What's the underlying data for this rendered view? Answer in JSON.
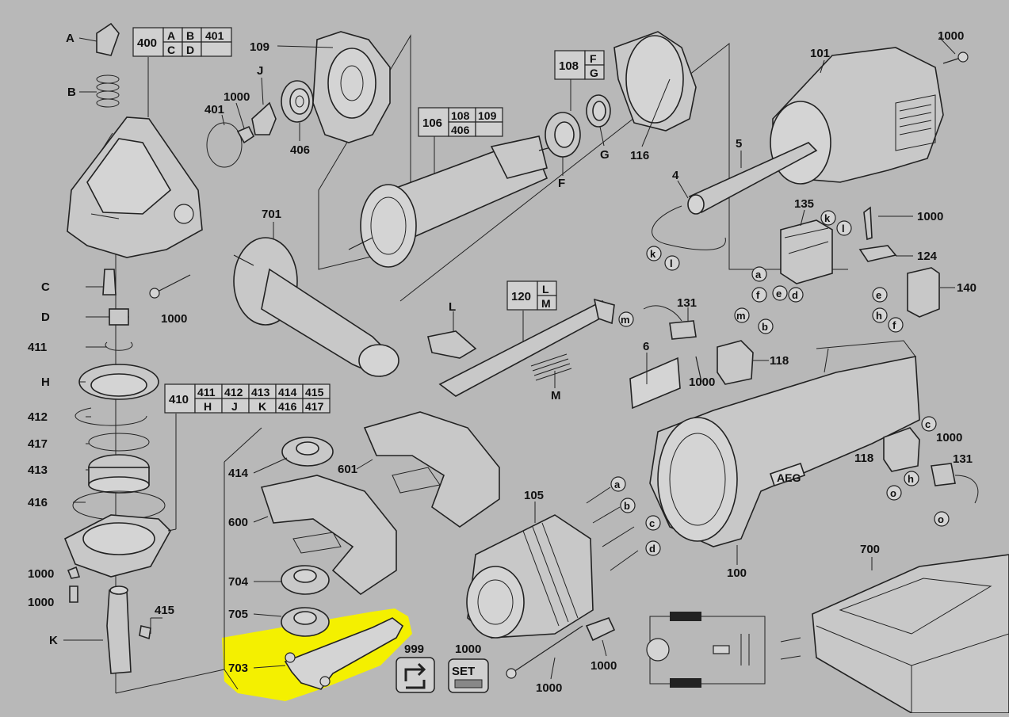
{
  "callouts": {
    "a_top": "A",
    "b_top": "B",
    "p400": "400",
    "p401": "401",
    "p1000_top": "1000",
    "pJ": "J",
    "p109": "109",
    "p406": "406",
    "p701": "701",
    "p106": "106",
    "p108": "108",
    "p109b": "109",
    "p406b": "406",
    "p108b": "108",
    "pF": "F",
    "pG": "G",
    "pF2": "F",
    "pG2": "G",
    "p116": "116",
    "p101": "101",
    "p1000_tr": "1000",
    "p5": "5",
    "p4": "4",
    "pk1": "k",
    "pl1": "l",
    "p135": "135",
    "pk2": "k",
    "pl2": "l",
    "p1000_r2": "1000",
    "p124": "124",
    "pa1": "a",
    "pf1": "f",
    "pe1": "e",
    "pd1": "d",
    "p140": "140",
    "pe2": "e",
    "ph2": "h",
    "pf2": "f",
    "p120": "120",
    "pL": "L",
    "pM": "M",
    "pL2": "L",
    "pM2": "M",
    "p131": "131",
    "pm1": "m",
    "pm2": "m",
    "pb2": "b",
    "p118": "118",
    "p6": "6",
    "p1000_mid": "1000",
    "pC": "C",
    "pD": "D",
    "p411": "411",
    "pH": "H",
    "p412": "412",
    "p417": "417",
    "p413": "413",
    "p416": "416",
    "p1000_l1": "1000",
    "p1000_l2": "1000",
    "pK": "K",
    "p415": "415",
    "p1000_under701": "1000",
    "p410": "410",
    "p411t": "411",
    "p412t": "412",
    "p413t": "413",
    "p414t": "414",
    "p415t": "415",
    "pHt": "H",
    "pJt": "J",
    "pKt": "K",
    "p416t": "416",
    "p417t": "417",
    "p414": "414",
    "p601": "601",
    "p600": "600",
    "p704": "704",
    "p705": "705",
    "p703": "703",
    "p999": "999",
    "p1000_set": "1000",
    "set": "SET",
    "p1000_bot": "1000",
    "p1000_bot2": "1000",
    "p105": "105",
    "pa3": "a",
    "pb3": "b",
    "pc3": "c",
    "pd3": "d",
    "p100": "100",
    "pc4": "c",
    "p1000_r3": "1000",
    "p118b": "118",
    "p131b": "131",
    "po1": "o",
    "ph4": "h",
    "po2": "o",
    "p700": "700",
    "cD": "C",
    "dD": "D"
  },
  "colors": {
    "background": "#b8b8b8",
    "highlight": "#f4f000"
  }
}
